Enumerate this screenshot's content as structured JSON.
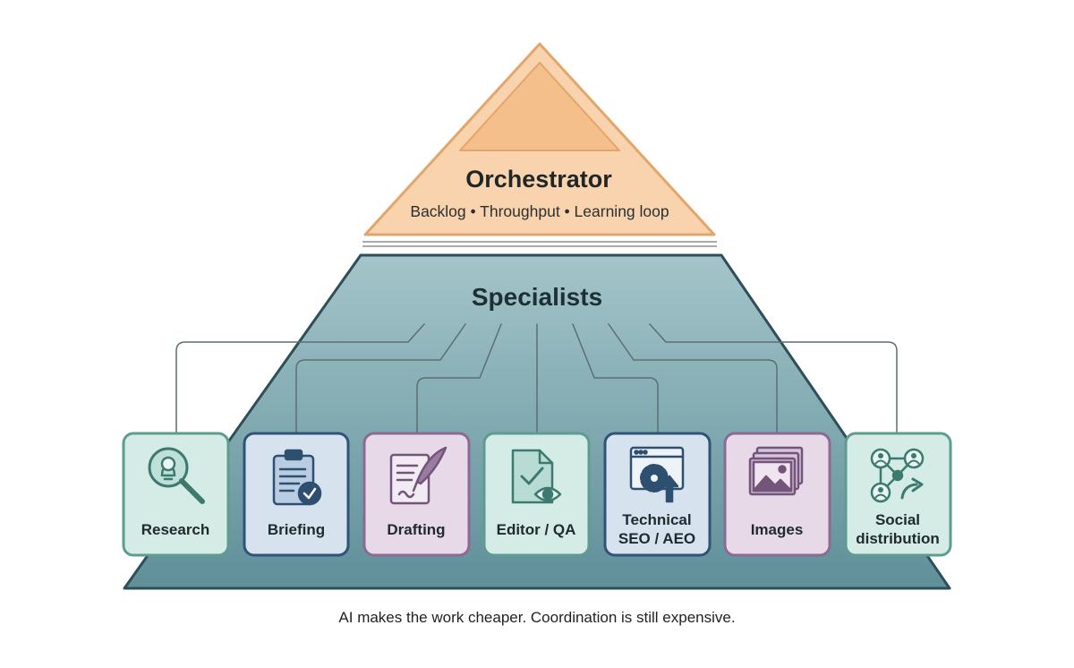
{
  "orchestrator": {
    "title": "Orchestrator",
    "subtitle": "Backlog • Throughput • Learning loop"
  },
  "specialists": {
    "title": "Specialists",
    "cards": [
      {
        "name": "research",
        "lines": [
          "Research"
        ],
        "icon": "lightbulb-magnifier-icon",
        "variant": "teal"
      },
      {
        "name": "briefing",
        "lines": [
          "Briefing"
        ],
        "icon": "clipboard-check-icon",
        "variant": "blue"
      },
      {
        "name": "drafting",
        "lines": [
          "Drafting"
        ],
        "icon": "document-quill-icon",
        "variant": "purple"
      },
      {
        "name": "editor-qa",
        "lines": [
          "Editor / QA"
        ],
        "icon": "document-eye-icon",
        "variant": "teal"
      },
      {
        "name": "technical-seo-aeo",
        "lines": [
          "Technical",
          "SEO / AEO"
        ],
        "icon": "browser-gear-icon",
        "variant": "blue"
      },
      {
        "name": "images",
        "lines": [
          "Images"
        ],
        "icon": "image-stack-icon",
        "variant": "purple"
      },
      {
        "name": "social-distribution",
        "lines": [
          "Social",
          "distribution"
        ],
        "icon": "network-share-icon",
        "variant": "teal"
      }
    ]
  },
  "caption": "AI makes the work cheaper. Coordination is still expensive.",
  "colors": {
    "orchestrator_fill": "#f9d3ad",
    "orchestrator_stroke": "#e2a66b",
    "trapezoid_fill": "#7ba7af",
    "trapezoid_stroke": "#2e4f57",
    "teal_fill": "#d5ebe6",
    "teal_stroke": "#5e9c8f",
    "teal_icon": "#3c7a70",
    "blue_fill": "#d6e3ef",
    "blue_stroke": "#2f5478",
    "blue_icon": "#2e4f70",
    "purple_fill": "#e8d9e9",
    "purple_stroke": "#8c6a92",
    "purple_icon": "#73557a"
  }
}
